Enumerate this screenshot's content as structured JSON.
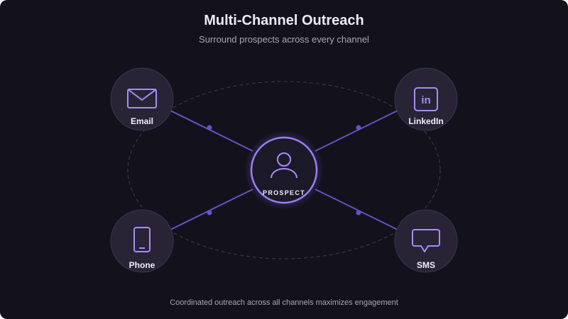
{
  "title": "Multi-Channel Outreach",
  "subtitle": "Surround prospects across every channel",
  "center": {
    "label": "PROSPECT",
    "icon": "person-icon"
  },
  "channels": [
    {
      "label": "Email",
      "icon": "envelope-icon"
    },
    {
      "label": "LinkedIn",
      "icon": "linkedin-icon"
    },
    {
      "label": "Phone",
      "icon": "phone-icon"
    },
    {
      "label": "SMS",
      "icon": "chat-bubble-icon"
    }
  ],
  "footer": "Coordinated outreach across all channels maximizes engagement",
  "colors": {
    "background": "#13121c",
    "node_fill": "#282436",
    "accent": "#9b7ff0",
    "connector": "#6a4fc8",
    "text": "#f0eff8",
    "muted_text": "#a8a6b8"
  }
}
